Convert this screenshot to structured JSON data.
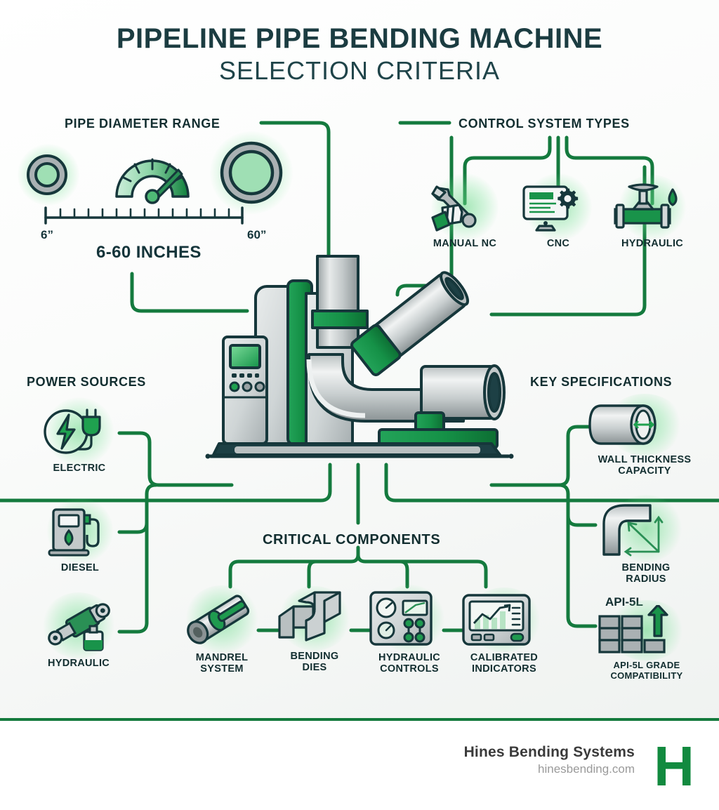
{
  "title": {
    "main": "PIPELINE PIPE BENDING MACHINE",
    "sub": "SELECTION CRITERIA"
  },
  "colors": {
    "green": "#147a3e",
    "green_dark": "#0f5c2e",
    "green_bright": "#1fa14f",
    "ink": "#122e30",
    "title_ink": "#1b3c41",
    "steel_light": "#d8dcdd",
    "steel_mid": "#a9b0b2",
    "steel_dark": "#7d8689",
    "background": "#f4f6f4"
  },
  "sections": {
    "pipe_diameter": {
      "heading": "PIPE DIAMETER RANGE",
      "min_label": "6”",
      "max_label": "60”",
      "range_label": "6-60 INCHES",
      "gauge_value_pct": 72
    },
    "control_systems": {
      "heading": "CONTROL SYSTEM TYPES",
      "items": [
        {
          "label": "MANUAL NC",
          "icon": "wrench-hand-icon"
        },
        {
          "label": "CNC",
          "icon": "monitor-gear-icon"
        },
        {
          "label": "HYDRAULIC",
          "icon": "valve-droplet-icon"
        }
      ]
    },
    "power_sources": {
      "heading": "POWER SOURCES",
      "items": [
        {
          "label": "ELECTRIC",
          "icon": "plug-bolt-icon"
        },
        {
          "label": "DIESEL",
          "icon": "fuel-pump-icon"
        },
        {
          "label": "HYDRAULIC",
          "icon": "hydraulic-cylinder-icon"
        }
      ]
    },
    "key_specifications": {
      "heading": "KEY SPECIFICATIONS",
      "items": [
        {
          "label": "WALL THICKNESS\nCAPACITY",
          "icon": "pipe-wall-icon"
        },
        {
          "label": "BENDING\nRADIUS",
          "icon": "bend-radius-icon"
        },
        {
          "label": "API-5L GRADE\nCOMPATIBILITY",
          "icon": "api-grade-bars-icon",
          "tag": "API-5L"
        }
      ]
    },
    "critical_components": {
      "heading": "CRITICAL COMPONENTS",
      "items": [
        {
          "label": "MANDREL\nSYSTEM",
          "icon": "mandrel-icon"
        },
        {
          "label": "BENDING\nDIES",
          "icon": "bending-die-icon"
        },
        {
          "label": "HYDRAULIC\nCONTROLS",
          "icon": "control-panel-icon"
        },
        {
          "label": "CALIBRATED\nINDICATORS",
          "icon": "indicator-screen-icon"
        }
      ]
    }
  },
  "center_illustration": {
    "name": "pipe-bending-machine-illustration"
  },
  "footer": {
    "brand_name": "Hines Bending Systems",
    "url": "hinesbending.com",
    "logo_letter": "H"
  }
}
